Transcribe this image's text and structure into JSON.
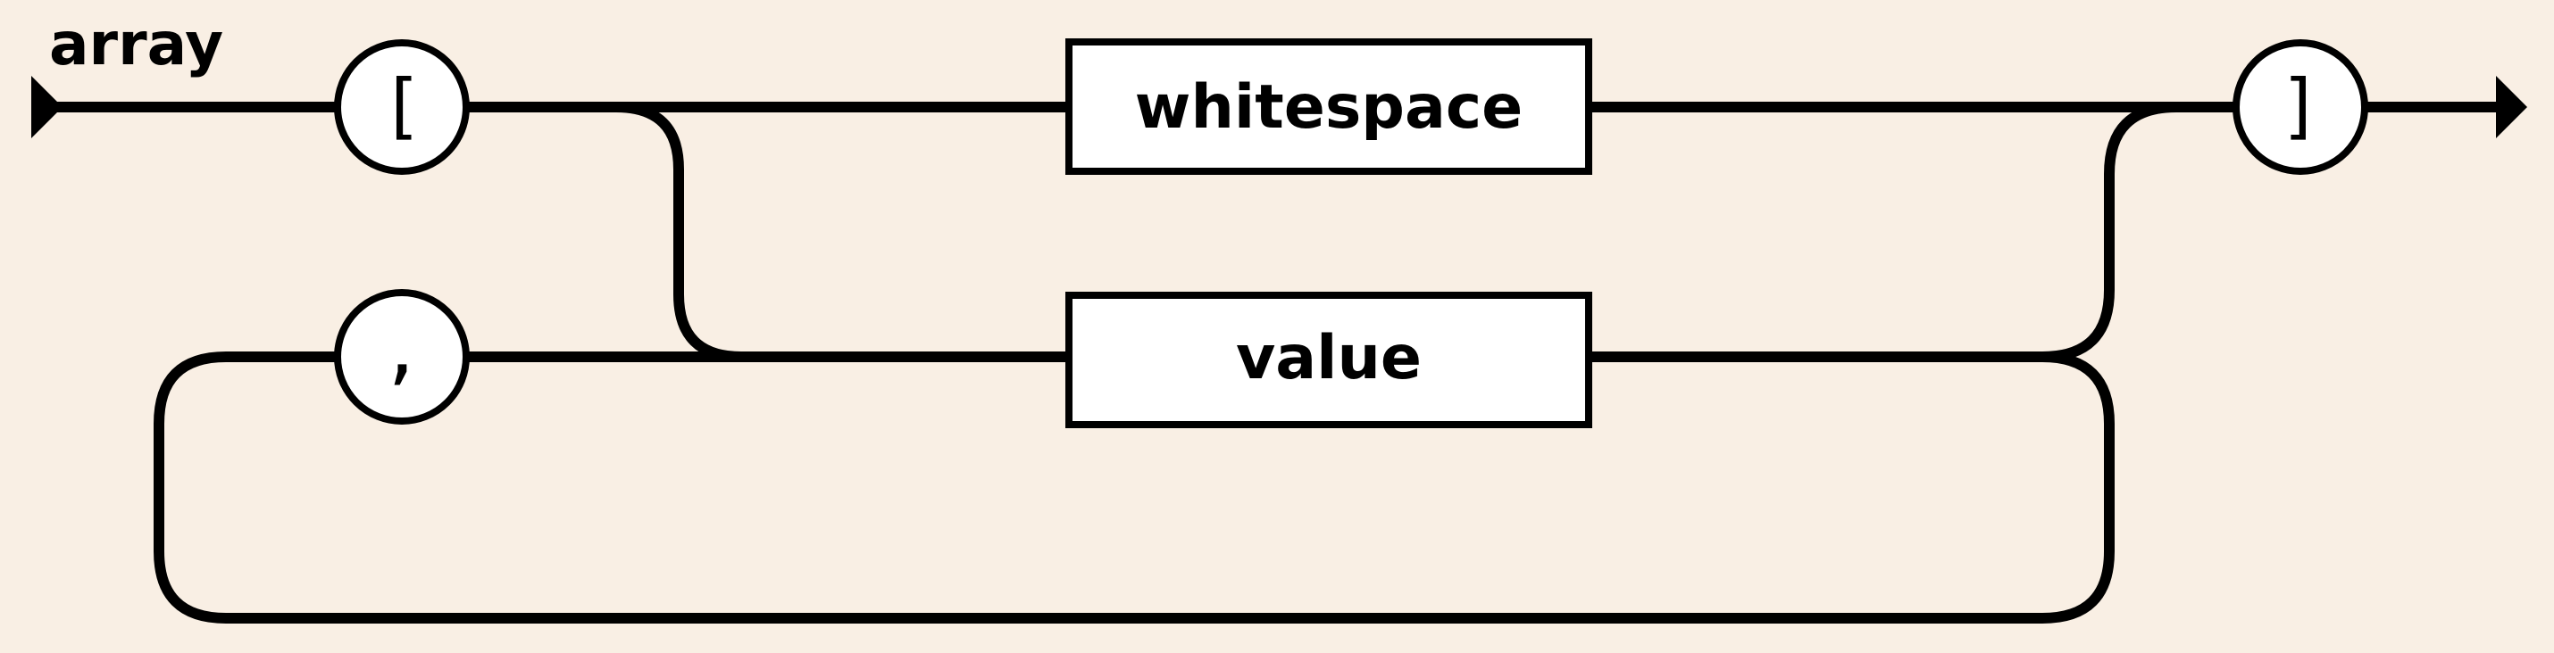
{
  "title": "array",
  "terminals": {
    "open_bracket": "[",
    "close_bracket": "]",
    "comma": ","
  },
  "nonterminals": {
    "whitespace": "whitespace",
    "value": "value"
  },
  "colors": {
    "background": "#f9efe4",
    "line": "#000000",
    "node_fill": "#ffffff"
  }
}
